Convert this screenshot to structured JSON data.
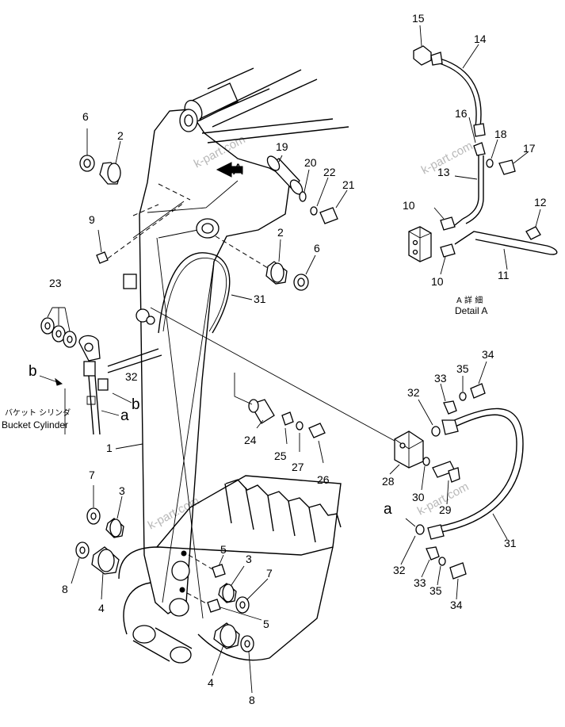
{
  "callouts": {
    "n1": "1",
    "n2a": "2",
    "n2b": "2",
    "n3a": "3",
    "n3b": "3",
    "n4a": "4",
    "n4b": "4",
    "n5a": "5",
    "n5b": "5",
    "n6a": "6",
    "n6b": "6",
    "n7a": "7",
    "n7b": "7",
    "n8a": "8",
    "n8b": "8",
    "n9": "9",
    "n10a": "10",
    "n10b": "10",
    "n11": "11",
    "n12": "12",
    "n13": "13",
    "n14": "14",
    "n15": "15",
    "n16": "16",
    "n17": "17",
    "n18": "18",
    "n19": "19",
    "n20": "20",
    "n21": "21",
    "n22": "22",
    "n23": "23",
    "n24": "24",
    "n25": "25",
    "n26": "26",
    "n27": "27",
    "n28": "28",
    "n29": "29",
    "n30": "30",
    "n31a": "31",
    "n31b": "31",
    "n32a": "32",
    "n32b": "32",
    "n32c": "32",
    "n33a": "33",
    "n33b": "33",
    "n34a": "34",
    "n34b": "34",
    "n35a": "35",
    "n35b": "35"
  },
  "letters": {
    "view_a": "A",
    "b_left": "b",
    "a_left": "a",
    "b_mid": "b",
    "a_right": "a"
  },
  "labels": {
    "bucket_cylinder_jp": "バケット シリンダ",
    "bucket_cylinder_en": "Bucket Cylinder",
    "detail_a_jp": "A 詳 細",
    "detail_a_en": "Detail A"
  },
  "watermarks": {
    "wm1": "k-part.com",
    "wm2": "k-part.com",
    "wm3": "k-part.com",
    "wm4": "k-part.com"
  }
}
